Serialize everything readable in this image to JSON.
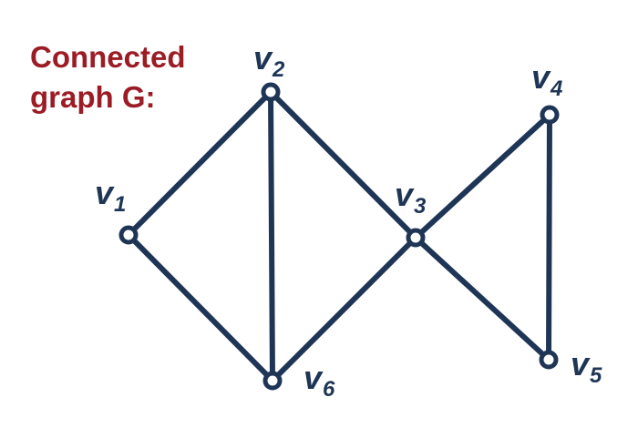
{
  "title": {
    "line1": "Connected",
    "line2": "graph G:"
  },
  "colors": {
    "title": "#9b1c25",
    "graph": "#1f3556",
    "node_fill": "#ffffff"
  },
  "vertices": [
    {
      "id": "v1",
      "letter": "v",
      "sub": "1"
    },
    {
      "id": "v2",
      "letter": "v",
      "sub": "2"
    },
    {
      "id": "v3",
      "letter": "v",
      "sub": "3"
    },
    {
      "id": "v4",
      "letter": "v",
      "sub": "4"
    },
    {
      "id": "v5",
      "letter": "v",
      "sub": "5"
    },
    {
      "id": "v6",
      "letter": "v",
      "sub": "6"
    }
  ],
  "edges": [
    [
      "v1",
      "v2"
    ],
    [
      "v1",
      "v6"
    ],
    [
      "v2",
      "v6"
    ],
    [
      "v2",
      "v3"
    ],
    [
      "v6",
      "v3"
    ],
    [
      "v3",
      "v4"
    ],
    [
      "v3",
      "v5"
    ],
    [
      "v4",
      "v5"
    ]
  ]
}
